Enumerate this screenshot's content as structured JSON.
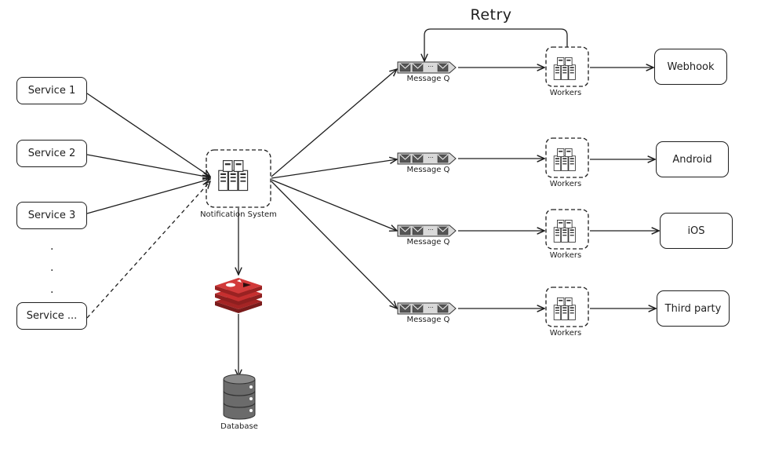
{
  "services": [
    {
      "label": "Service 1"
    },
    {
      "label": "Service 2"
    },
    {
      "label": "Service 3"
    },
    {
      "label": "Service ..."
    }
  ],
  "ellipsis": ".",
  "notification_system": {
    "label": "Notification System"
  },
  "cache": {
    "icon": "redis-cache-icon"
  },
  "database": {
    "label": "Database"
  },
  "retry_label": "Retry",
  "queues": [
    {
      "label": "Message Q",
      "dots": "..."
    },
    {
      "label": "Message Q",
      "dots": "..."
    },
    {
      "label": "Message Q",
      "dots": "..."
    },
    {
      "label": "Message Q",
      "dots": "..."
    }
  ],
  "workers": [
    {
      "label": "Workers"
    },
    {
      "label": "Workers"
    },
    {
      "label": "Workers"
    },
    {
      "label": "Workers"
    }
  ],
  "destinations": [
    {
      "label": "Webhook"
    },
    {
      "label": "Android"
    },
    {
      "label": "iOS"
    },
    {
      "label": "Third party"
    }
  ],
  "colors": {
    "stroke": "#1e1e1e",
    "queue_fill": "#d9d9d9",
    "redis": "#c62f2f",
    "db": "#6b6b6b"
  }
}
